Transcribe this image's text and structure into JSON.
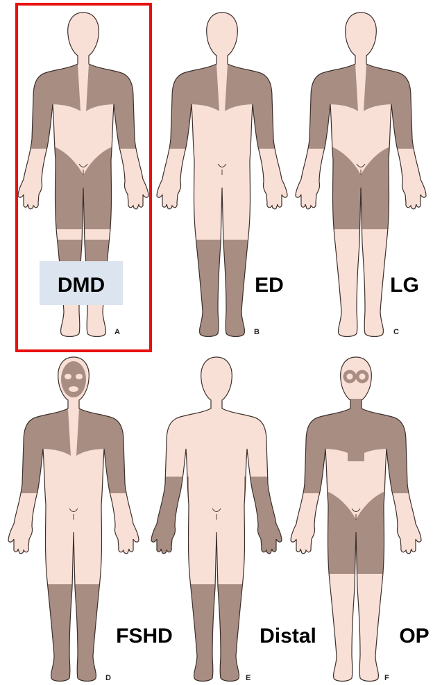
{
  "figure": {
    "panels": [
      {
        "id": "A",
        "letter": "A",
        "label": "DMD",
        "highlighted": true,
        "regions": [
          "shoulders",
          "upper-arms",
          "thighs",
          "calves"
        ]
      },
      {
        "id": "B",
        "letter": "B",
        "label": "ED",
        "highlighted": false,
        "regions": [
          "shoulders",
          "upper-arms",
          "lower-legs"
        ]
      },
      {
        "id": "C",
        "letter": "C",
        "label": "LG",
        "highlighted": false,
        "regions": [
          "shoulders",
          "upper-arms",
          "thighs"
        ]
      },
      {
        "id": "D",
        "letter": "D",
        "label": "FSHD",
        "highlighted": false,
        "regions": [
          "face",
          "shoulders",
          "upper-arms",
          "lower-legs"
        ]
      },
      {
        "id": "E",
        "letter": "E",
        "label": "Distal",
        "highlighted": false,
        "regions": [
          "forearms",
          "hands",
          "lower-legs",
          "feet"
        ]
      },
      {
        "id": "F",
        "letter": "F",
        "label": "OP",
        "highlighted": false,
        "regions": [
          "eyes",
          "neck",
          "shoulders",
          "upper-arms",
          "thighs"
        ]
      }
    ],
    "colors": {
      "skin": "#f9e0d6",
      "affected": "#a88d83",
      "outline": "#3b2f2b",
      "highlight_border": "#e8110e",
      "label_box": "#dbe4ef"
    }
  }
}
